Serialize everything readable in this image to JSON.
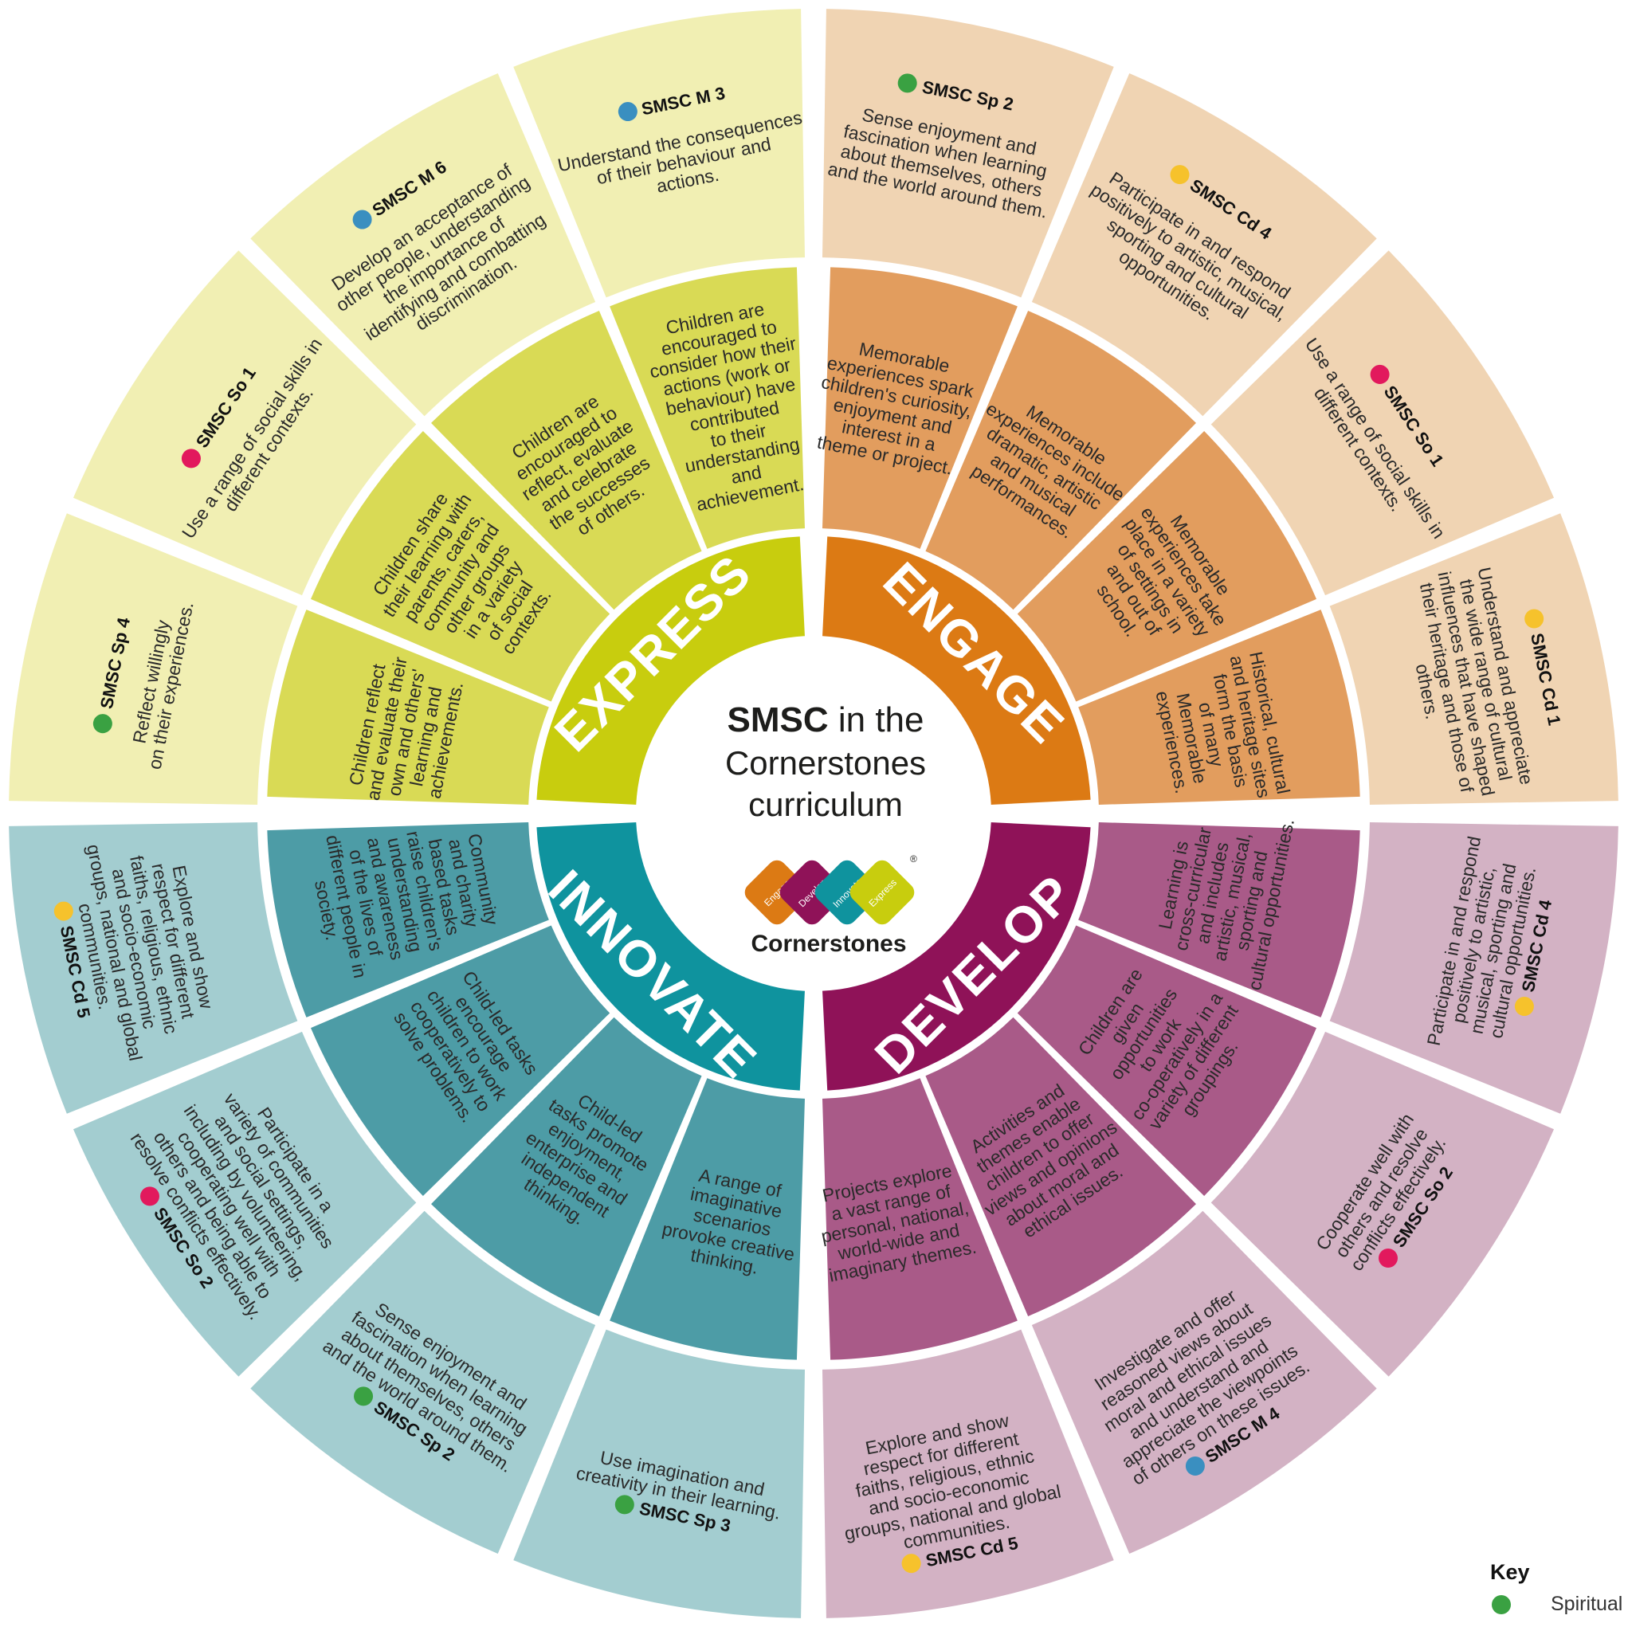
{
  "center": {
    "line1_bold": "SMSC",
    "line1_rest": " in the",
    "line2": "Cornerstones",
    "line3": "curriculum",
    "logo_tiles": [
      "Engage",
      "Develop",
      "Innovate",
      "Express"
    ],
    "logo_text": "Cornerstones",
    "registered_mark": "®"
  },
  "strands": {
    "spiritual": "#3aa142",
    "moral": "#3a8fc0",
    "social": "#e2195d",
    "cultural": "#f6c22c"
  },
  "quadrants": [
    {
      "key": "engage",
      "label": "ENGAGE",
      "colors": {
        "band": "#dc7a14",
        "inner": "#e29d5e",
        "outer": "#f0d4b3"
      },
      "inner_texts": [
        "Memorable\nexperiences spark\nchildren's curiosity,\nenjoyment and\ninterest in a\ntheme or project.",
        "Memorable\nexperiences include\ndramatic, artistic\nand musical\nperformances.",
        "Memorable\nexperiences take\nplace in a variety\nof settings in\nand out of\nschool.",
        "Historical, cultural\nand heritage sites\nform the basis\nof many\nMemorable\nexperiences."
      ],
      "outer": [
        {
          "code": "SMSC Sp 2",
          "strand": "spiritual",
          "text": "Sense enjoyment and\nfascination when learning\nabout themselves, others\nand the world around them."
        },
        {
          "code": "SMSC Cd 4",
          "strand": "cultural",
          "text": "Participate in and respond\npositively to artistic, musical,\nsporting and cultural\nopportunities."
        },
        {
          "code": "SMSC So 1",
          "strand": "social",
          "text": "Use a range of social skills in\ndifferent contexts."
        },
        {
          "code": "SMSC Cd 1",
          "strand": "cultural",
          "text": "Understand and appreciate\nthe wide range of cultural\ninfluences that have shaped\ntheir heritage and those of\nothers."
        }
      ]
    },
    {
      "key": "develop",
      "label": "DEVELOP",
      "colors": {
        "band": "#8f1258",
        "inner": "#a95a88",
        "outer": "#d3b2c4"
      },
      "inner_texts": [
        "Learning is\ncross-curricular\nand includes\nartistic, musical,\nsporting and\ncultural opportunities.",
        "Children are\ngiven\nopportunities\nto work\nco-operatively in a\nvariety of different\ngroupings.",
        "Activities and\nthemes enable\nchildren to offer\nviews and opinions\nabout moral and\nethical issues.",
        "Projects explore\na vast range of\npersonal, national,\nworld-wide and\nimaginary themes."
      ],
      "outer": [
        {
          "code": "SMSC Cd 4",
          "strand": "cultural",
          "text": "Participate in and respond\npositively to artistic,\nmusical, sporting and\ncultural opportunities."
        },
        {
          "code": "SMSC So 2",
          "strand": "social",
          "text": "Cooperate well with\nothers and resolve\nconflicts effectively."
        },
        {
          "code": "SMSC M 4",
          "strand": "moral",
          "text": "Investigate and offer\nreasoned views about\nmoral and ethical issues\nand understand and\nappreciate the viewpoints\nof others on these issues."
        },
        {
          "code": "SMSC Cd 5",
          "strand": "cultural",
          "text": "Explore and show\nrespect for different\nfaiths, religious, ethnic\nand socio-economic\ngroups, national and global\ncommunities."
        }
      ]
    },
    {
      "key": "innovate",
      "label": "INNOVATE",
      "colors": {
        "band": "#0f939e",
        "inner": "#4d9ca6",
        "outer": "#a3cdd0"
      },
      "inner_texts": [
        "A range of\nimaginative\nscenarios\nprovoke creative\nthinking.",
        "Child-led\ntasks promote\nenjoyment,\nenterprise and\nindependent\nthinking.",
        "Child-led tasks\nencourage\nchildren to work\ncooperatively to\nsolve problems.",
        "Community\nand charity\nbased tasks\nraise children's\nunderstanding\nand awareness\nof the lives of\ndifferent people in\nsociety."
      ],
      "outer": [
        {
          "code": "SMSC Sp 3",
          "strand": "spiritual",
          "text": "Use imagination and\ncreativity in their learning."
        },
        {
          "code": "SMSC Sp 2",
          "strand": "spiritual",
          "text": "Sense enjoyment and\nfascination when learning\nabout themselves, others\nand the world around them."
        },
        {
          "code": "SMSC So 2",
          "strand": "social",
          "text": "Participate in a\nvariety of communities\nand social settings,\nincluding by volunteering,\ncooperating well with\nothers and being able to\nresolve conflicts effectively."
        },
        {
          "code": "SMSC Cd 5",
          "strand": "cultural",
          "text": "Explore and show\nrespect for different\nfaiths, religious, ethnic\nand socio-economic\ngroups, national and global\ncommunities."
        }
      ]
    },
    {
      "key": "express",
      "label": "EXPRESS",
      "colors": {
        "band": "#c8cd0e",
        "inner": "#d9da55",
        "outer": "#f1efb3"
      },
      "inner_texts": [
        "Children reflect\nand evaluate their\nown and others'\nlearning and\nachievements.",
        "Children share\ntheir learning with\nparents, carers,\ncommunity and\nother groups\nin a variety\nof social\ncontexts.",
        "Children are\nencouraged to\nreflect, evaluate\nand celebrate\nthe successes\nof others.",
        "Children are\nencouraged to\nconsider how their\nactions (work or\nbehaviour) have\ncontributed\nto their\nunderstanding\nand\nachievement."
      ],
      "outer": [
        {
          "code": "SMSC Sp 4",
          "strand": "spiritual",
          "text": "Reflect willingly\non their experiences."
        },
        {
          "code": "SMSC So 1",
          "strand": "social",
          "text": "Use a range of social skills in\ndifferent contexts."
        },
        {
          "code": "SMSC M 6",
          "strand": "moral",
          "text": "Develop an acceptance of\nother people, understanding\nthe importance of\nidentifying and combatting\ndiscrimination."
        },
        {
          "code": "SMSC M 3",
          "strand": "moral",
          "text": "Understand the consequences\nof their behaviour and\nactions."
        }
      ]
    }
  ],
  "key": {
    "title": "Key",
    "entries": [
      {
        "strand": "spiritual",
        "label": "Spiritual"
      }
    ]
  }
}
